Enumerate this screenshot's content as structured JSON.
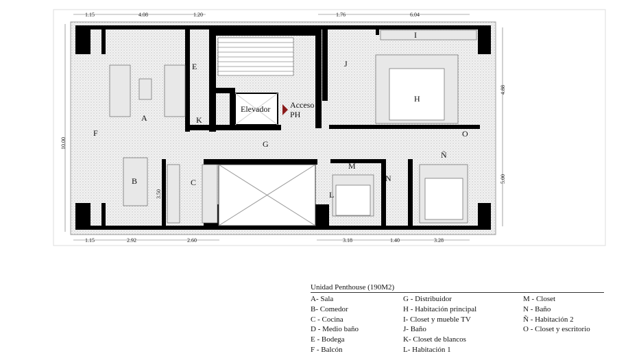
{
  "plan": {
    "dims_top": [
      "1.15",
      "4.08",
      "1.20",
      "1.76",
      "6.04"
    ],
    "dims_bottom": [
      "1.15",
      "2.92",
      "2.60",
      "3.18",
      "1.40",
      "3.28"
    ],
    "dim_left": "10.00",
    "dims_right": [
      "4.88",
      "5.00"
    ],
    "dim_kitchen": "3.50",
    "rooms": {
      "A": "A",
      "B": "B",
      "C": "C",
      "E": "E",
      "F": "F",
      "G": "G",
      "H": "H",
      "I": "I",
      "J": "J",
      "K": "K",
      "L": "L",
      "M": "M",
      "N": "N",
      "Ñ": "Ñ",
      "O": "O"
    },
    "elevator": "Elevador",
    "access_line1": "Acceso",
    "access_line2": "PH",
    "access_color": "#8b1a1a"
  },
  "legend": {
    "title": "Unidad Penthouse (190M2)",
    "col1": [
      "A-  Sala",
      "B- Comedor",
      "C - Cocina",
      "D  - Medio baño",
      "E - Bodega",
      "F - Balcón"
    ],
    "col2": [
      "G - Distribuidor",
      "H -  Habitación principal",
      "I- Closet y mueble TV",
      "J- Baño",
      "K- Closet de blancos",
      "L-  Habitación 1"
    ],
    "col3": [
      "M - Closet",
      "N -  Baño",
      "Ñ - Habitación 2",
      "O - Closet y escritorio"
    ]
  }
}
